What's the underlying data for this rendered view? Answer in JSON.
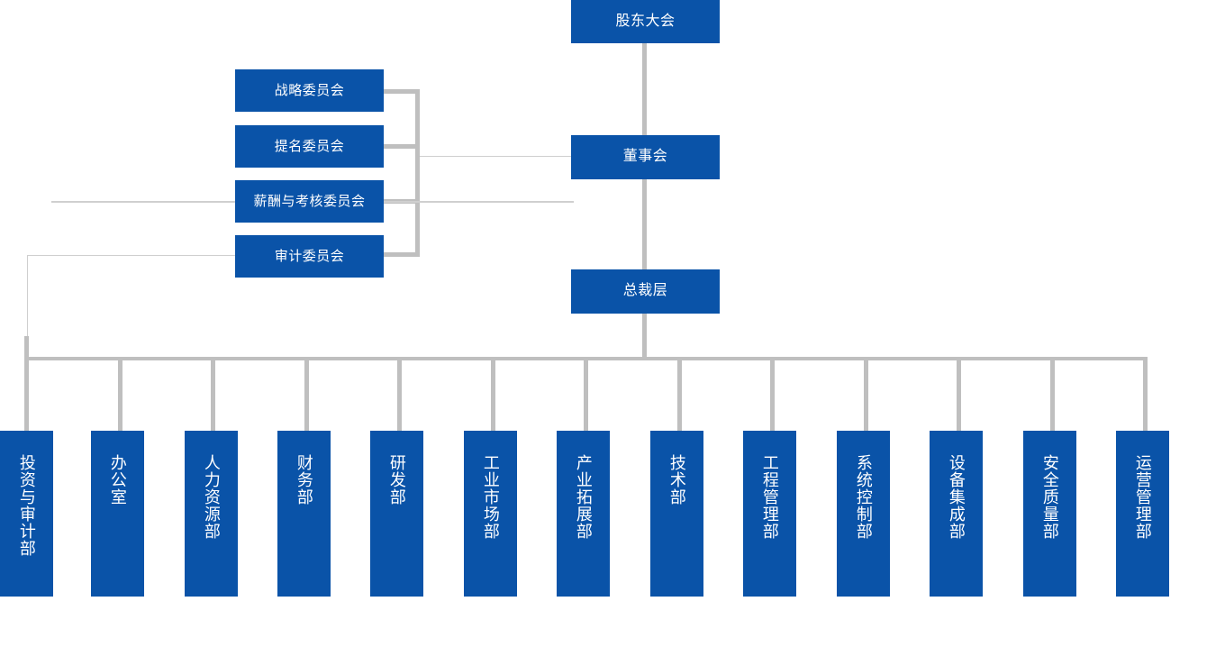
{
  "chart": {
    "type": "org-chart",
    "title": "",
    "accent_color": "#0a53a8",
    "connector_color": "#bfbfbf",
    "thin_connector_color": "#cfcfcf",
    "text_color": "#ffffff",
    "background_color": "#ffffff"
  },
  "nodes": {
    "shareholders": {
      "label": "股东大会",
      "level": 1
    },
    "board": {
      "label": "董事会",
      "level": 2
    },
    "president": {
      "label": "总裁层",
      "level": 3
    }
  },
  "committees": [
    {
      "label": "战略委员会"
    },
    {
      "label": "提名委员会"
    },
    {
      "label": "薪酬与考核委员会"
    },
    {
      "label": "审计委员会"
    }
  ],
  "departments": [
    {
      "label": "投资与审计部"
    },
    {
      "label": "办公室"
    },
    {
      "label": "人力资源部"
    },
    {
      "label": "财务部"
    },
    {
      "label": "研发部"
    },
    {
      "label": "工业市场部"
    },
    {
      "label": "产业拓展部"
    },
    {
      "label": "技术部"
    },
    {
      "label": "工程管理部"
    },
    {
      "label": "系统控制部"
    },
    {
      "label": "设备集成部"
    },
    {
      "label": "安全质量部"
    },
    {
      "label": "运营管理部"
    }
  ]
}
